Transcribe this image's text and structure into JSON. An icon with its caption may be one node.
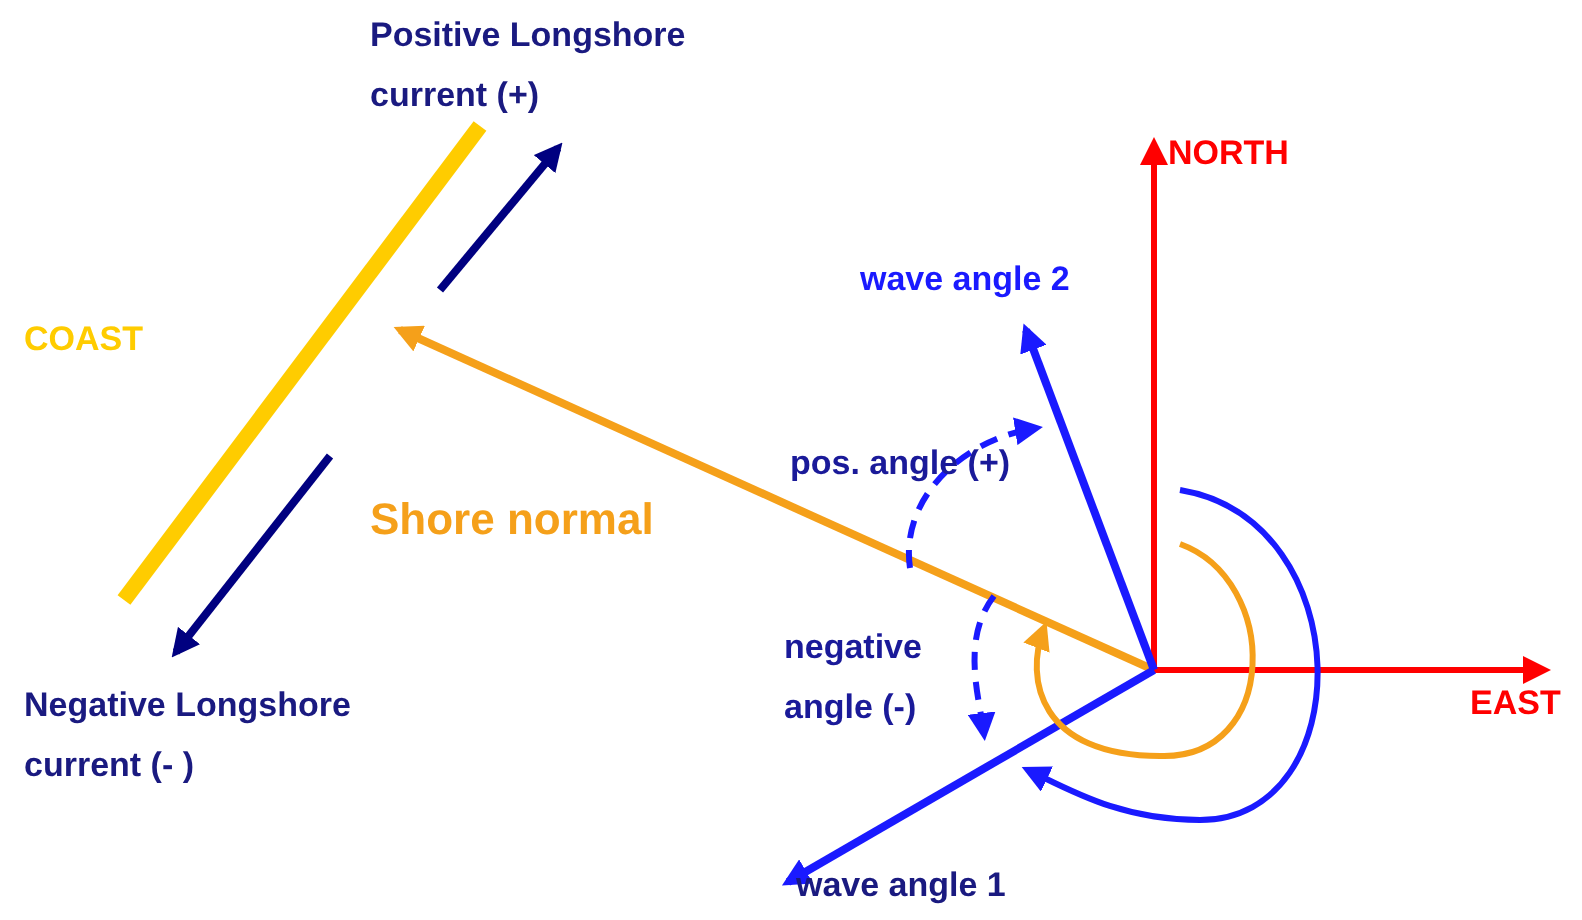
{
  "diagram": {
    "labels": [
      "Positive Longshore current (+)",
      "NORTH",
      "wave angle 2",
      "COAST",
      "pos. angle (+)",
      "Shore normal",
      "negative angle (-)",
      "EAST",
      "Negative Longshore current (- )",
      "wave angle 1"
    ]
  }
}
